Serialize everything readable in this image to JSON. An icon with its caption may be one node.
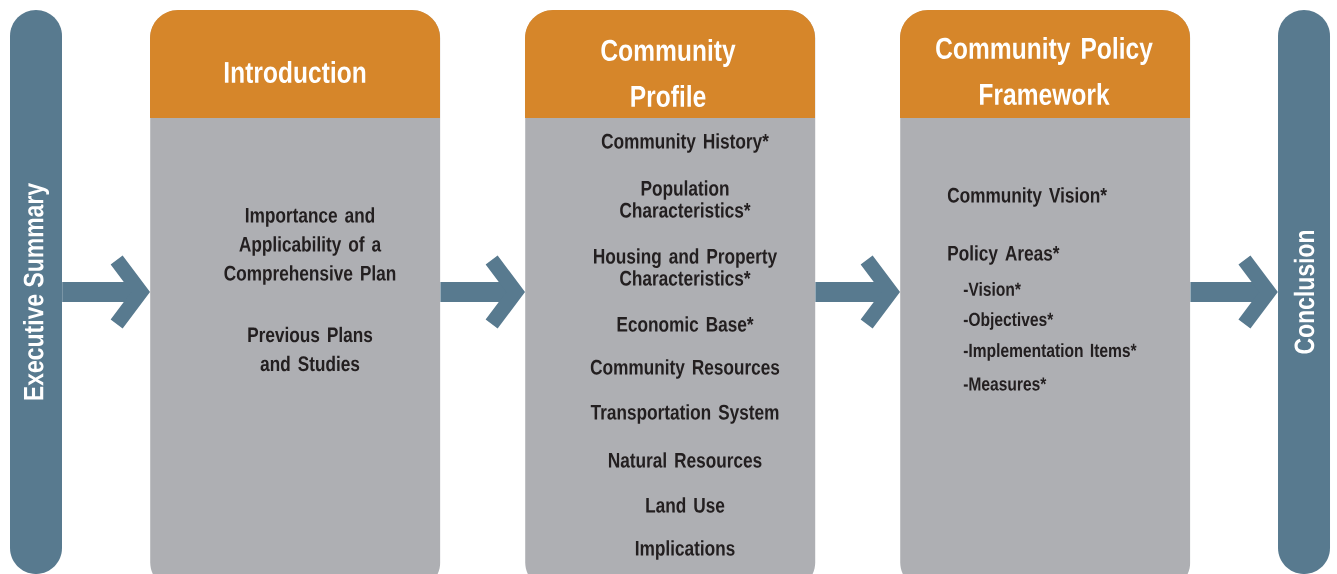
{
  "diagram": {
    "nodes": [
      {
        "text": [
          "Executive Summary"
        ]
      },
      {
        "text": [
          "Introduction",
          "Importance and Applicability of a Comprehensive Plan",
          "Previous Plans and Studies"
        ]
      },
      {
        "text": [
          "Community Profile",
          "Community History*",
          "Population Characteristics*",
          "Housing and Property Characteristics*",
          "Economic Base*",
          "Community Resources",
          "Transportation System",
          "Natural Resources",
          "Land Use",
          "Implications"
        ]
      },
      {
        "text": [
          "Community Policy Framework",
          "Community Vision*",
          "Policy Areas*",
          "-Vision*",
          "-Objectives*",
          "-Implementation Items*",
          "-Measures*"
        ]
      },
      {
        "text": [
          "Conclusion"
        ]
      }
    ],
    "edges": [
      {
        "from": 0,
        "to": 1,
        "arrow": "to"
      },
      {
        "from": 1,
        "to": 2,
        "arrow": "to"
      },
      {
        "from": 2,
        "to": 3,
        "arrow": "to"
      },
      {
        "from": 3,
        "to": 4,
        "arrow": "to"
      }
    ]
  }
}
